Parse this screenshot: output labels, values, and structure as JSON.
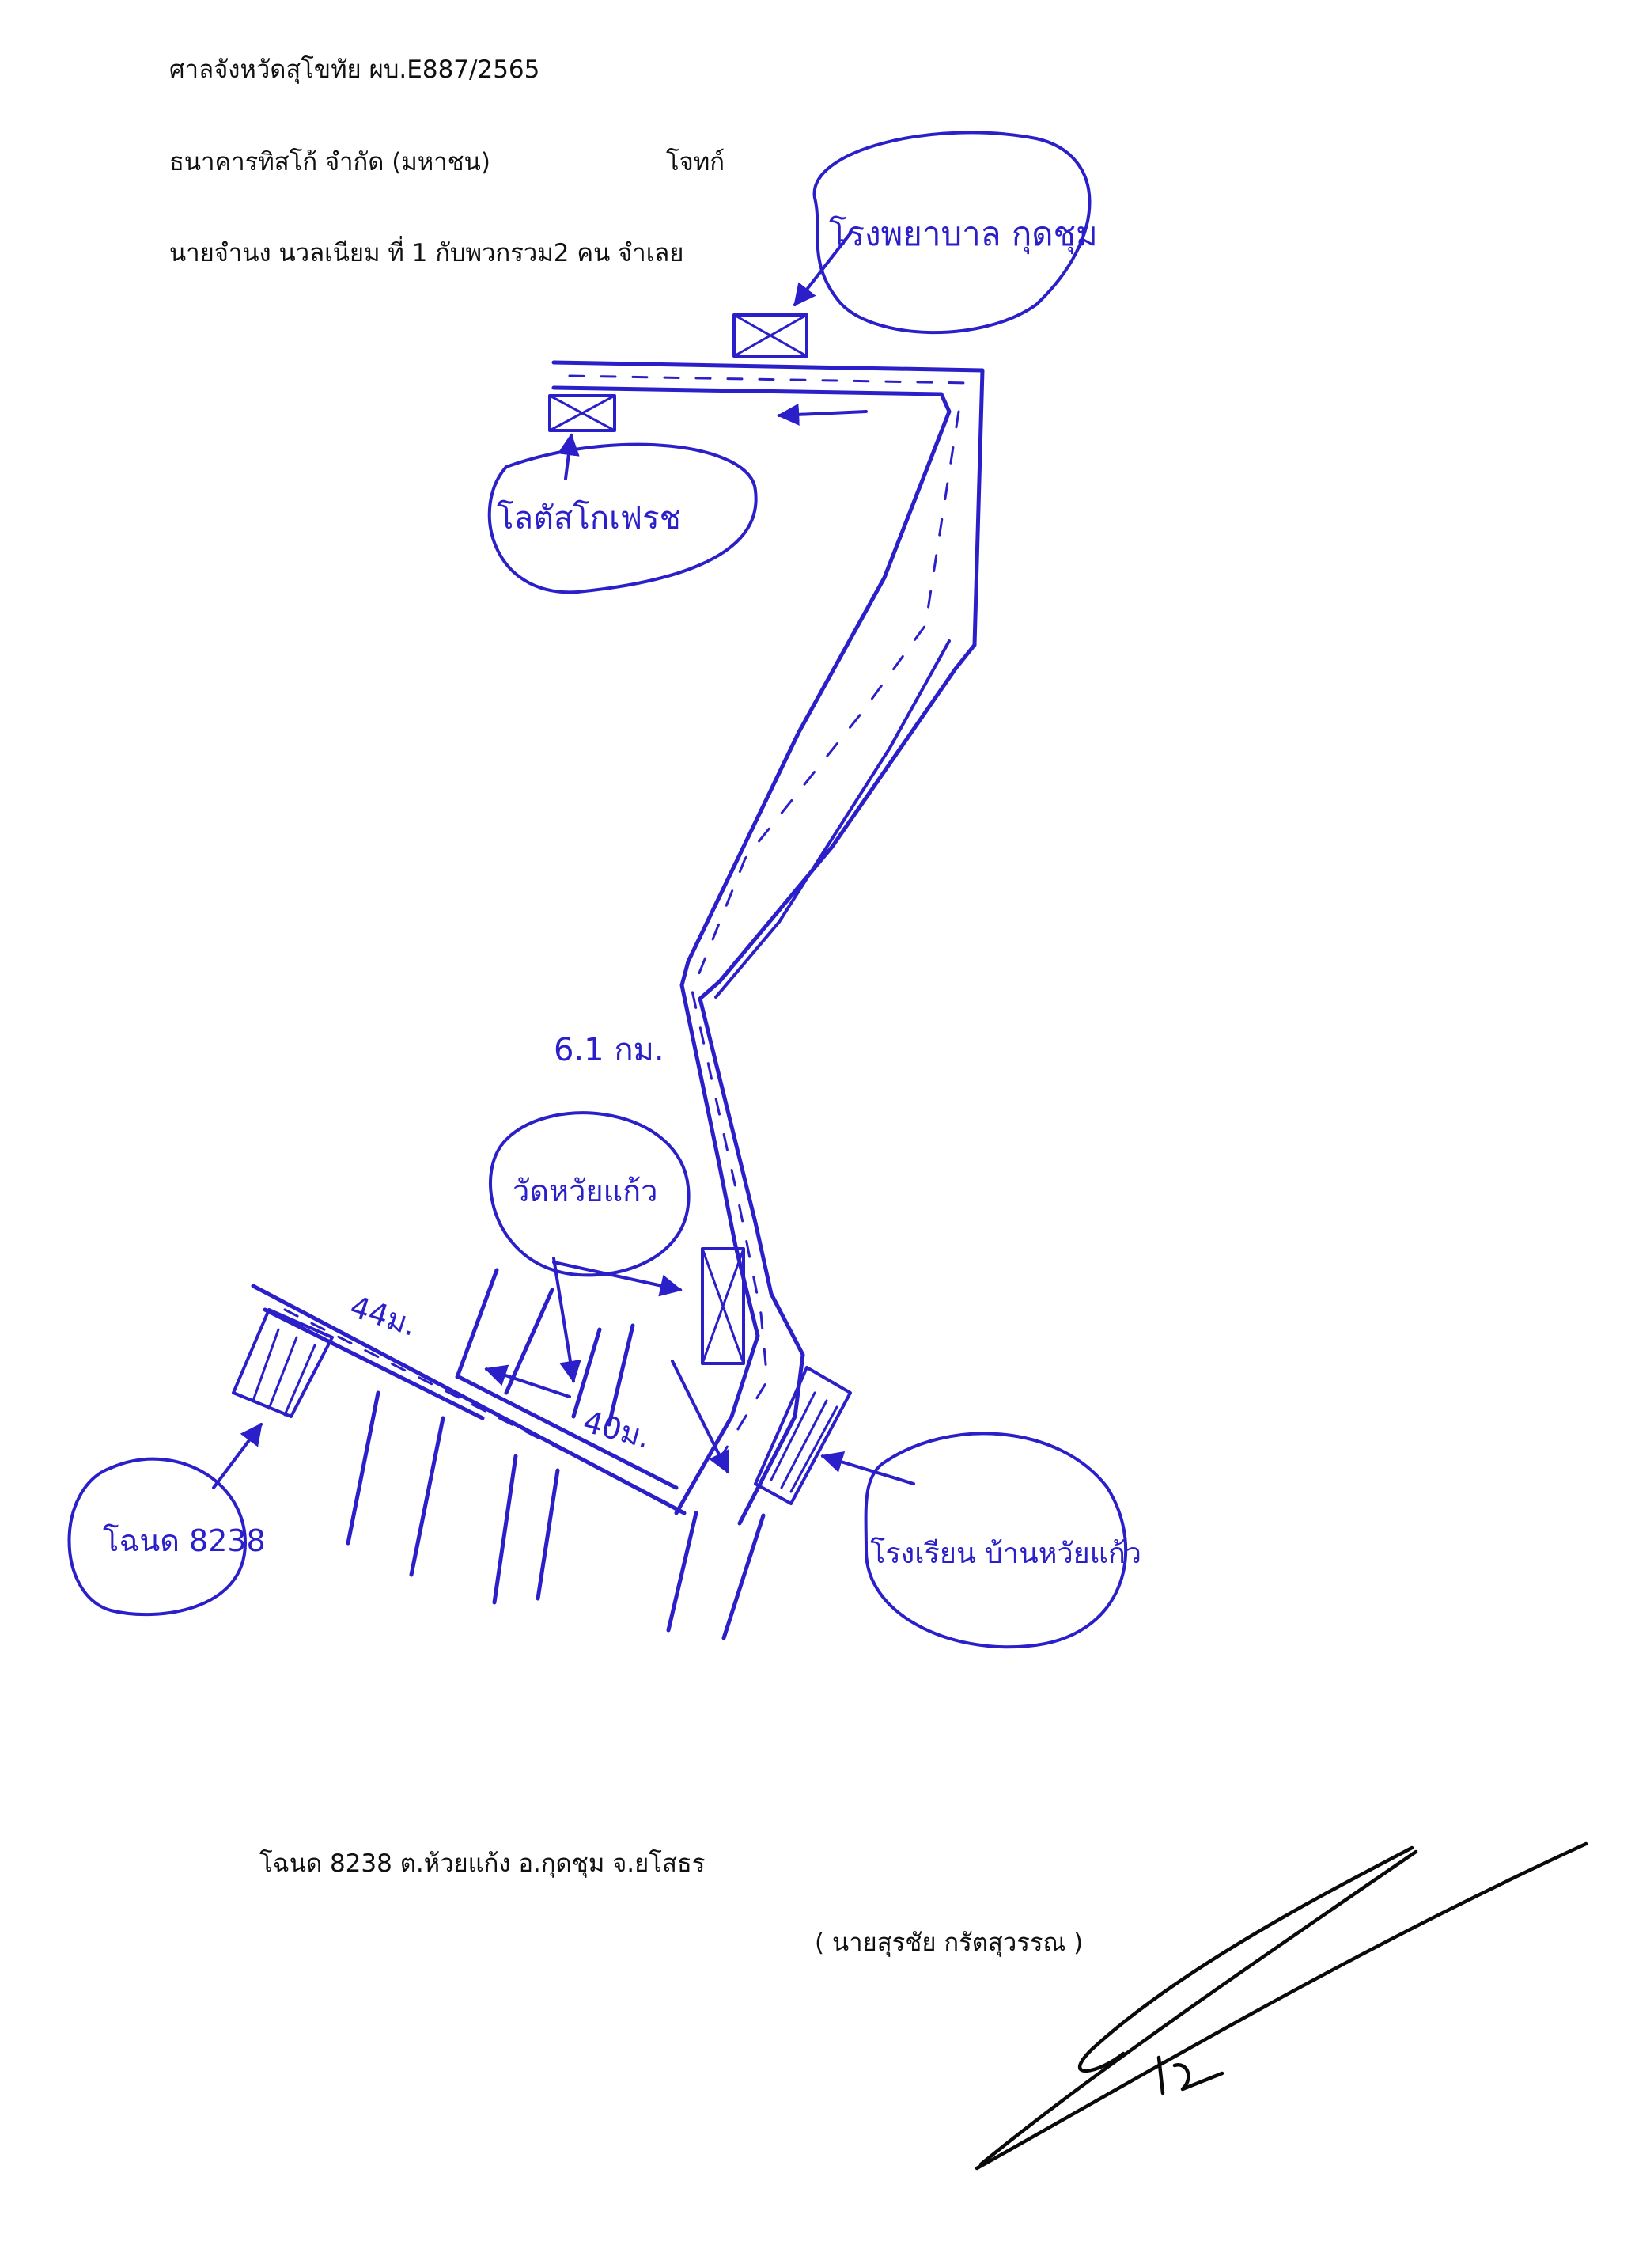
{
  "header": {
    "court_line": "ศาลจังหวัดสุโขทัย ผบ.E887/2565",
    "plaintiff_name": "ธนาคารทิสโก้ จำกัด (มหาชน)",
    "plaintiff_role": "โจทก์",
    "defendant_line": "นายจำนง นวลเนียม ที่ 1 กับพวกรวม2 คน จำเลย"
  },
  "map": {
    "ink_color": "#2a1fc8",
    "labels": {
      "school_top": "โรงพยาบาล กุดชุม",
      "lotus": "โลตัสโกเฟรช",
      "distance_road": "6.1 กม.",
      "temple": "วัดหวัยแก้ว",
      "dist_short": "44ม.",
      "dist_mid": "40ม.",
      "deed": "โฉนด 8238",
      "school_bottom": "โรงเรียน บ้านหวัยแก้ว"
    }
  },
  "footer": {
    "deed_line": "โฉนด 8238 ต.ห้วยแก้ง อ.กุดชุม  จ.ยโสธร",
    "signer": "( นายสุรชัย กรัตสุวรรณ )"
  }
}
